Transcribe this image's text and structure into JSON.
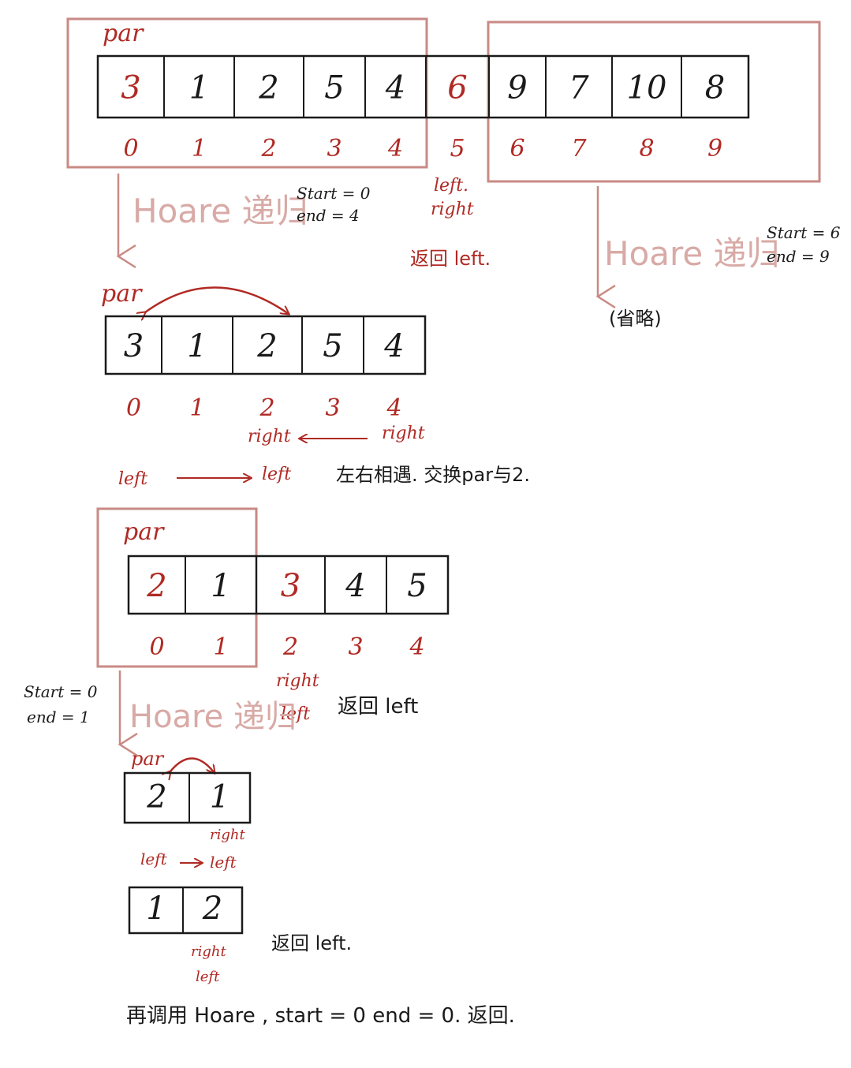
{
  "colors": {
    "ink": "#1a1a1a",
    "red": "#b02a24",
    "frame": "#c98a84",
    "hoare": "#d8aaa6"
  },
  "top": {
    "par_label": "par",
    "cells": [
      "3",
      "1",
      "2",
      "5",
      "4",
      "6",
      "9",
      "7",
      "10",
      "8"
    ],
    "cell_colors": [
      "red",
      "ink",
      "ink",
      "ink",
      "ink",
      "red",
      "ink",
      "ink",
      "ink",
      "ink"
    ],
    "indices": [
      "0",
      "1",
      "2",
      "3",
      "4",
      "5",
      "6",
      "7",
      "8",
      "9"
    ],
    "mid_left": "left.",
    "mid_right": "right",
    "return_left": "返回 left.",
    "left_call": {
      "label": "Hoare 递归",
      "start": "Start = 0",
      "end": "end = 4"
    },
    "right_call": {
      "label": "Hoare 递归",
      "start": "Start = 6",
      "end": "end = 9",
      "omitted": "(省略)"
    }
  },
  "step2": {
    "par_label": "par",
    "cells": [
      "3",
      "1",
      "2",
      "5",
      "4"
    ],
    "indices": [
      "0",
      "1",
      "2",
      "3",
      "4"
    ],
    "right_from": "right",
    "right_to": "right",
    "left_from": "left",
    "left_to": "left",
    "note": "左右相遇. 交换par与2."
  },
  "step3": {
    "par_label": "par",
    "cells": [
      "2",
      "1",
      "3",
      "4",
      "5"
    ],
    "cell_colors": [
      "red",
      "ink",
      "red",
      "ink",
      "ink"
    ],
    "indices": [
      "0",
      "1",
      "2",
      "3",
      "4"
    ],
    "right_label": "right",
    "left_label": "left",
    "return_left": "返回 left",
    "call": {
      "label": "Hoare 递归",
      "start": "Start = 0",
      "end": "end = 1"
    }
  },
  "step4": {
    "par_label": "par",
    "cells": [
      "2",
      "1"
    ],
    "right_label": "right",
    "left_from": "left",
    "left_to": "left"
  },
  "step5": {
    "cells": [
      "1",
      "2"
    ],
    "right_label": "right",
    "left_label": "left",
    "return_left": "返回 left."
  },
  "final_note": "再调用 Hoare ,  start = 0   end = 0. 返回."
}
